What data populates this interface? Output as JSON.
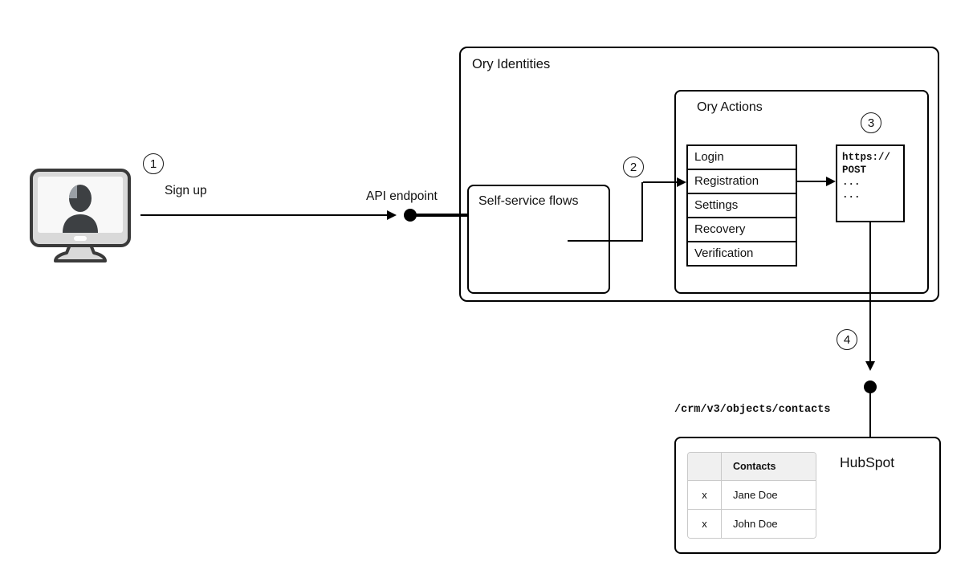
{
  "diagram": {
    "steps": {
      "s1": "1",
      "s2": "2",
      "s3": "3",
      "s4": "4"
    },
    "sign_up_label": "Sign up",
    "api_endpoint_label": "API endpoint",
    "ory_identities_title": "Ory Identities",
    "self_service_title": "Self-service flows",
    "ory_actions_title": "Ory Actions",
    "flows": [
      "Login",
      "Registration",
      "Settings",
      "Recovery",
      "Verification"
    ],
    "code_lines": [
      "https://",
      "POST",
      "...",
      "..."
    ],
    "crm_path_label": "/crm/v3/objects/contacts",
    "hubspot_title": "HubSpot",
    "contacts_table": {
      "corner_header": "",
      "main_header": "Contacts",
      "rows": [
        {
          "mark": "x",
          "name": "Jane Doe"
        },
        {
          "mark": "x",
          "name": "John Doe"
        }
      ]
    },
    "colors": {
      "stroke": "#000000",
      "table_border": "#c9c9c9",
      "table_header_bg": "#f0f0f0",
      "monitor_body": "#d9d9d9",
      "monitor_screen": "#f8f8f8",
      "silhouette": "#3d4043",
      "silhouette_highlight": "#9aa0a6"
    }
  }
}
